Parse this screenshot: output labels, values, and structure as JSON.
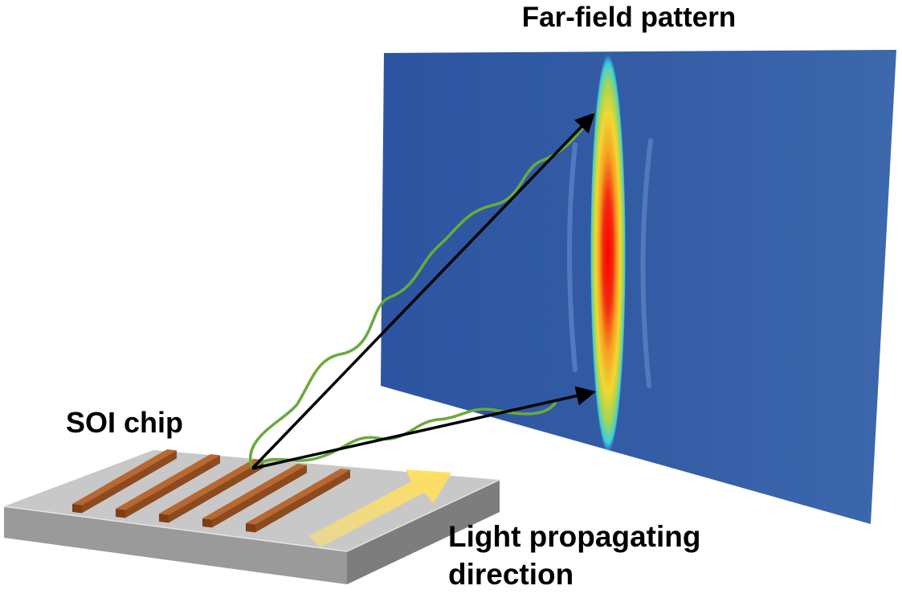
{
  "labels": {
    "far_field": "Far-field pattern",
    "chip": "SOI chip",
    "direction_line1": "Light propagating",
    "direction_line2": "direction"
  },
  "colors": {
    "screen": "#3059a0",
    "chip_top": "#c6c6c6",
    "chip_side": "#8f8f8f",
    "grating": "#b4662e",
    "wave": "#6aaa3c",
    "arrow": "#000000",
    "direction_arrow": "#ffe370"
  },
  "grating_bar_count": 5
}
